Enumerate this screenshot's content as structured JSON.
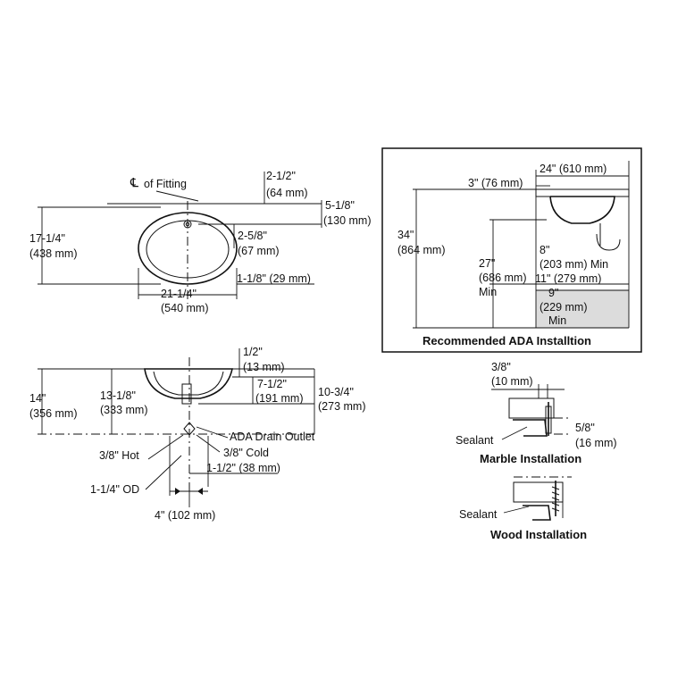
{
  "top_view": {
    "fitting_label": "of Fitting",
    "dim_2_1_2": "2-1/2\"",
    "dim_64mm": "(64 mm)",
    "dim_5_1_8": "5-1/8\"",
    "dim_130mm": "(130 mm)",
    "dim_17_1_4": "17-1/4\"",
    "dim_438mm": "(438 mm)",
    "dim_2_5_8": "2-5/8\"",
    "dim_67mm": "(67 mm)",
    "dim_21_1_4": "21-1/4\"",
    "dim_540mm": "(540 mm)",
    "dim_1_1_8": "1-1/8\" (29 mm)"
  },
  "side_view": {
    "dim_1_2": "1/2\"",
    "dim_13mm": "(13 mm)",
    "dim_14": "14\"",
    "dim_356mm": "(356 mm)",
    "dim_13_1_8": "13-1/8\"",
    "dim_333mm": "(333 mm)",
    "dim_7_1_2": "7-1/2\"",
    "dim_191mm": "(191 mm)",
    "dim_10_3_4": "10-3/4\"",
    "dim_273mm": "(273 mm)",
    "ada_drain": "ADA Drain Outlet",
    "hot": "3/8\" Hot",
    "cold": "3/8\" Cold",
    "dim_1_1_2": "1-1/2\" (38 mm)",
    "od": "1-1/4\" OD",
    "dim_4": "4\" (102 mm)"
  },
  "ada": {
    "title": "Recommended ADA Installtion",
    "dim_24": "24\" (610 mm)",
    "dim_3": "3\" (76 mm)",
    "dim_34": "34\"",
    "dim_864mm": "(864 mm)",
    "dim_27": "27\"",
    "dim_686mm": "(686 mm)",
    "min_a": "Min",
    "dim_8": "8\"",
    "dim_203mm": "(203 mm) Min",
    "dim_11": "11\" (279 mm)",
    "dim_9": "9\"",
    "dim_229mm": "(229 mm)",
    "min_b": "Min"
  },
  "marble": {
    "dim_3_8": "3/8\"",
    "dim_10mm": "(10 mm)",
    "dim_5_8": "5/8\"",
    "dim_16mm": "(16 mm)",
    "sealant": "Sealant",
    "title": "Marble Installation"
  },
  "wood": {
    "sealant": "Sealant",
    "title": "Wood Installation"
  }
}
